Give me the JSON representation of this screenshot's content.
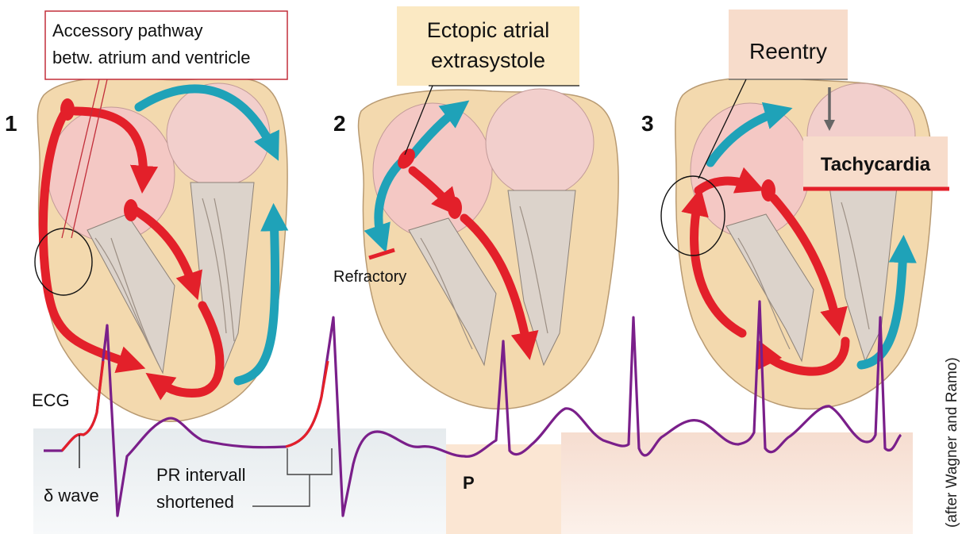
{
  "panels": {
    "p1": {
      "number": "1",
      "callout": [
        "Accessory pathway",
        "betw. atrium and ventricle"
      ]
    },
    "p2": {
      "number": "2",
      "callout": [
        "Ectopic atrial",
        "extrasystole"
      ],
      "refractory": "Refractory"
    },
    "p3": {
      "number": "3",
      "callout": "Reentry",
      "result": "Tachycardia"
    }
  },
  "ecg": {
    "label": "ECG",
    "delta_wave": "δ wave",
    "pr_label": [
      "PR intervall",
      "shortened"
    ],
    "p_label": "P"
  },
  "credit": "(after Wagner and Ramo)",
  "colors": {
    "excitation": "#e3202a",
    "retrograde": "#1fa2b8",
    "ecg_trace": "#7a1f8a",
    "callout_fill": "#fbe9c3",
    "reentry_fill": "#f7dccb",
    "heart_outer": "#f3d9ae",
    "heart_inner": "#f4c8c4"
  }
}
